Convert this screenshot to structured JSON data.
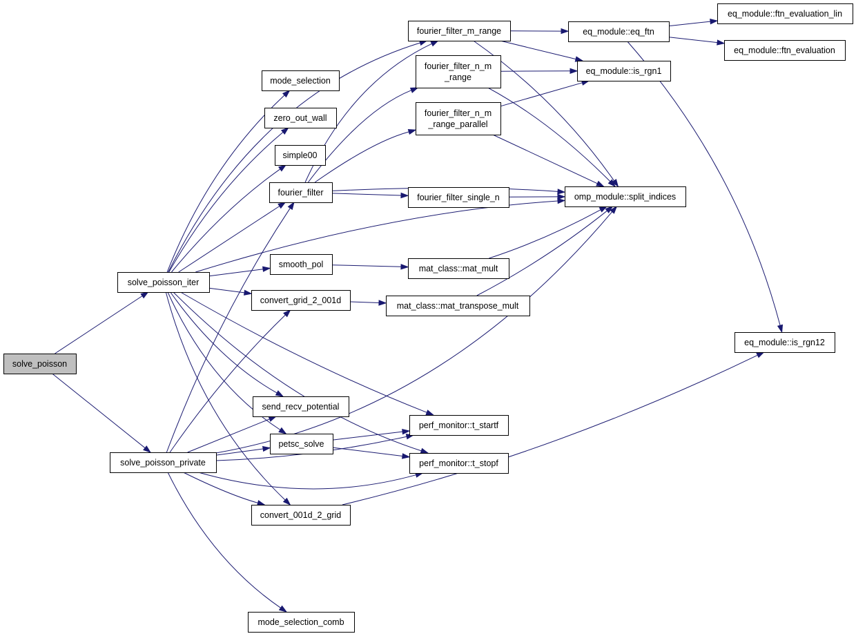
{
  "diagram": {
    "type": "call-graph",
    "edge_color": "#191970",
    "root_fill": "#bfbfbf",
    "nodes": {
      "solve_poisson": {
        "label": "solve_poisson",
        "root": true
      },
      "solve_poisson_iter": {
        "label": "solve_poisson_iter"
      },
      "solve_poisson_private": {
        "label": "solve_poisson_private"
      },
      "fourier_filter_m_range": {
        "label": "fourier_filter_m_range"
      },
      "mode_selection": {
        "label": "mode_selection"
      },
      "zero_out_wall": {
        "label": "zero_out_wall"
      },
      "simple00": {
        "label": "simple00"
      },
      "fourier_filter": {
        "label": "fourier_filter"
      },
      "smooth_pol": {
        "label": "smooth_pol"
      },
      "convert_grid_2_001d": {
        "label": "convert_grid_2_001d"
      },
      "send_recv_potential": {
        "label": "send_recv_potential"
      },
      "petsc_solve": {
        "label": "petsc_solve"
      },
      "convert_001d_2_grid": {
        "label": "convert_001d_2_grid"
      },
      "mode_selection_comb": {
        "label": "mode_selection_comb"
      },
      "fourier_filter_n_m_range": {
        "label": [
          "fourier_filter_n_m",
          "_range"
        ]
      },
      "fourier_filter_n_m_range_parallel": {
        "label": [
          "fourier_filter_n_m",
          "_range_parallel"
        ]
      },
      "fourier_filter_single_n": {
        "label": "fourier_filter_single_n"
      },
      "mat_mult": {
        "label": "mat_class::mat_mult"
      },
      "mat_transpose_mult": {
        "label": "mat_class::mat_transpose_mult"
      },
      "t_startf": {
        "label": "perf_monitor::t_startf"
      },
      "t_stopf": {
        "label": "perf_monitor::t_stopf"
      },
      "eq_ftn": {
        "label": "eq_module::eq_ftn"
      },
      "is_rgn1": {
        "label": "eq_module::is_rgn1"
      },
      "split_indices": {
        "label": "omp_module::split_indices"
      },
      "ftn_evaluation_lin": {
        "label": "eq_module::ftn_evaluation_lin"
      },
      "ftn_evaluation": {
        "label": "eq_module::ftn_evaluation"
      },
      "is_rgn12": {
        "label": "eq_module::is_rgn12"
      }
    },
    "edges": [
      [
        "solve_poisson",
        "solve_poisson_iter"
      ],
      [
        "solve_poisson",
        "solve_poisson_private"
      ],
      [
        "solve_poisson_iter",
        "fourier_filter_m_range"
      ],
      [
        "solve_poisson_iter",
        "mode_selection"
      ],
      [
        "solve_poisson_iter",
        "zero_out_wall"
      ],
      [
        "solve_poisson_iter",
        "simple00"
      ],
      [
        "solve_poisson_iter",
        "fourier_filter"
      ],
      [
        "solve_poisson_iter",
        "split_indices"
      ],
      [
        "solve_poisson_iter",
        "smooth_pol"
      ],
      [
        "solve_poisson_iter",
        "convert_grid_2_001d"
      ],
      [
        "solve_poisson_iter",
        "t_startf"
      ],
      [
        "solve_poisson_iter",
        "t_stopf"
      ],
      [
        "solve_poisson_iter",
        "send_recv_potential"
      ],
      [
        "solve_poisson_iter",
        "petsc_solve"
      ],
      [
        "solve_poisson_iter",
        "convert_001d_2_grid"
      ],
      [
        "solve_poisson_private",
        "fourier_filter"
      ],
      [
        "solve_poisson_private",
        "convert_grid_2_001d"
      ],
      [
        "solve_poisson_private",
        "send_recv_potential"
      ],
      [
        "solve_poisson_private",
        "petsc_solve"
      ],
      [
        "solve_poisson_private",
        "t_startf"
      ],
      [
        "solve_poisson_private",
        "convert_001d_2_grid"
      ],
      [
        "solve_poisson_private",
        "t_stopf"
      ],
      [
        "solve_poisson_private",
        "split_indices"
      ],
      [
        "solve_poisson_private",
        "mode_selection_comb"
      ],
      [
        "fourier_filter",
        "fourier_filter_m_range"
      ],
      [
        "fourier_filter",
        "fourier_filter_n_m_range"
      ],
      [
        "fourier_filter",
        "fourier_filter_n_m_range_parallel"
      ],
      [
        "fourier_filter",
        "split_indices"
      ],
      [
        "fourier_filter",
        "fourier_filter_single_n"
      ],
      [
        "fourier_filter_m_range",
        "eq_ftn"
      ],
      [
        "fourier_filter_m_range",
        "is_rgn1"
      ],
      [
        "fourier_filter_m_range",
        "split_indices"
      ],
      [
        "fourier_filter_n_m_range",
        "is_rgn1"
      ],
      [
        "fourier_filter_n_m_range",
        "split_indices"
      ],
      [
        "fourier_filter_n_m_range_parallel",
        "is_rgn1"
      ],
      [
        "fourier_filter_n_m_range_parallel",
        "split_indices"
      ],
      [
        "fourier_filter_single_n",
        "split_indices"
      ],
      [
        "smooth_pol",
        "mat_mult"
      ],
      [
        "mat_mult",
        "split_indices"
      ],
      [
        "convert_grid_2_001d",
        "mat_transpose_mult"
      ],
      [
        "mat_transpose_mult",
        "split_indices"
      ],
      [
        "petsc_solve",
        "t_startf"
      ],
      [
        "petsc_solve",
        "t_stopf"
      ],
      [
        "convert_001d_2_grid",
        "is_rgn12"
      ],
      [
        "eq_ftn",
        "ftn_evaluation_lin"
      ],
      [
        "eq_ftn",
        "ftn_evaluation"
      ],
      [
        "eq_ftn",
        "is_rgn12"
      ]
    ]
  }
}
